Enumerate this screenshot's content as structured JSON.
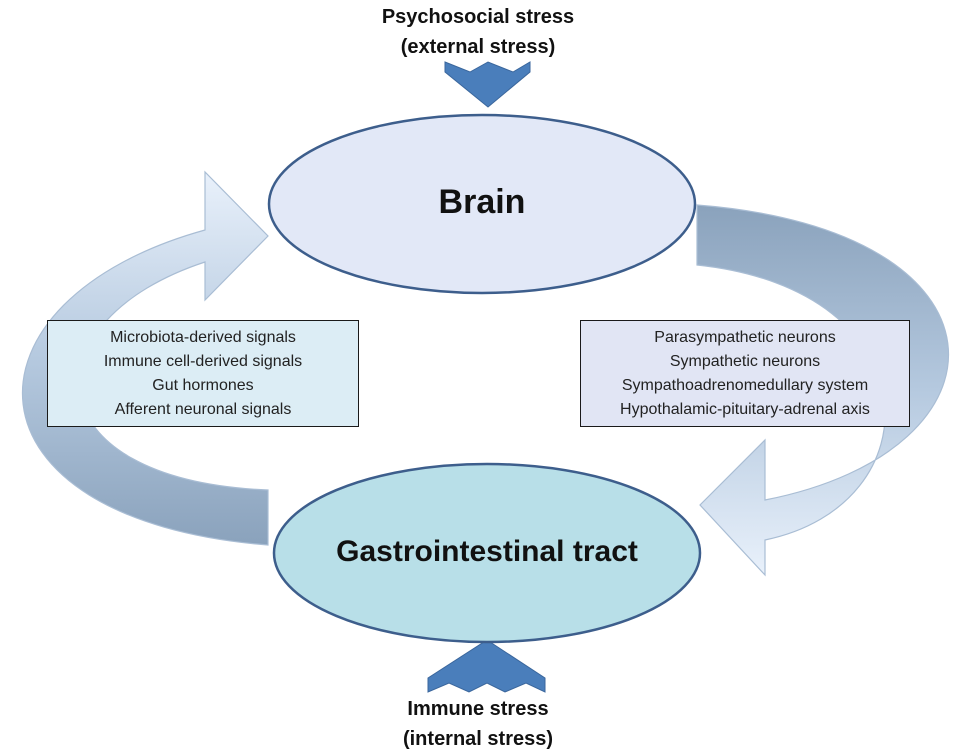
{
  "external_stress": {
    "line1": "Psychosocial stress",
    "line2": "(external stress)"
  },
  "internal_stress": {
    "line1": "Immune stress",
    "line2": "(internal stress)"
  },
  "nodes": {
    "brain": "Brain",
    "gut": "Gastrointestinal tract"
  },
  "gut_to_brain_signals": [
    "Microbiota-derived signals",
    "Immune cell-derived signals",
    "Gut hormones",
    "Afferent neuronal signals"
  ],
  "brain_to_gut_pathways": [
    "Parasympathetic neurons",
    "Sympathetic neurons",
    "Sympathoadrenomedullary system",
    "Hypothalamic-pituitary-adrenal axis"
  ],
  "colors": {
    "brain_fill": "#e2e8f7",
    "gut_fill": "#b8dfe8",
    "node_stroke": "#3d5e8c",
    "stress_arrow": "#4a7ebb",
    "left_box_fill": "#dcedf5",
    "right_box_fill": "#e1e5f4"
  }
}
